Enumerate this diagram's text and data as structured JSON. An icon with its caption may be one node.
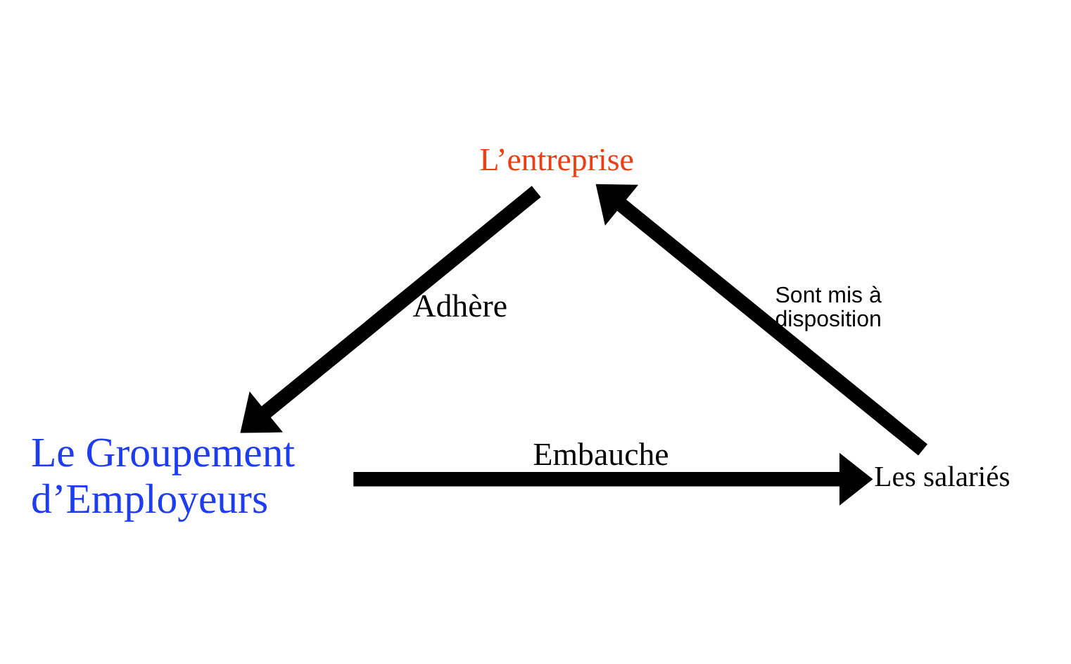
{
  "diagram": {
    "nodes": [
      {
        "text": [
          "L’entreprise"
        ]
      },
      {
        "text": [
          "Le Groupement d’Employeurs"
        ]
      },
      {
        "text": [
          "Les salariés"
        ]
      }
    ],
    "edges": [
      {
        "from": 0,
        "to": 1,
        "arrow": "to",
        "label": "Adhère"
      },
      {
        "from": 1,
        "to": 2,
        "arrow": "to",
        "label": "Embauche"
      },
      {
        "from": 2,
        "to": 0,
        "arrow": "to",
        "label": "Sont mis à disposition"
      }
    ]
  }
}
